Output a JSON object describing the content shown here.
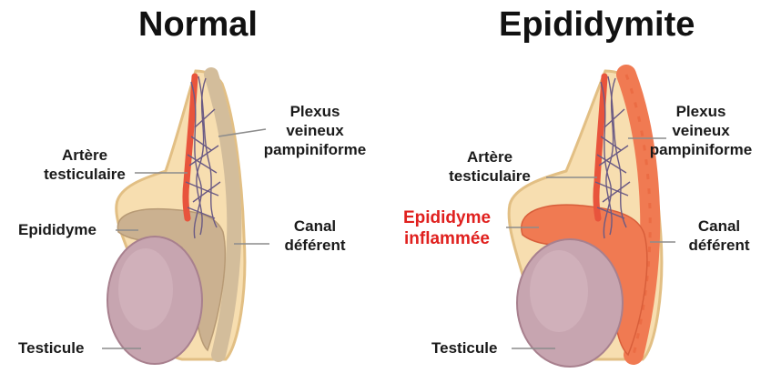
{
  "titles": {
    "normal": "Normal",
    "inflamed": "Epididymite"
  },
  "labels": {
    "normal": {
      "plexus_line1": "Plexus",
      "plexus_line2": "veineux",
      "plexus_line3": "pampiniforme",
      "artery_line1": "Artère",
      "artery_line2": "testiculaire",
      "epididymis": "Epididyme",
      "canal_line1": "Canal",
      "canal_line2": "déférent",
      "testicle": "Testicule"
    },
    "inflamed": {
      "plexus_line1": "Plexus",
      "plexus_line2": "veineux",
      "plexus_line3": "pampiniforme",
      "artery_line1": "Artère",
      "artery_line2": "testiculaire",
      "epididymis_line1": "Epididyme",
      "epididymis_line2": "inflammée",
      "canal_line1": "Canal",
      "canal_line2": "déférent",
      "testicle": "Testicule"
    }
  },
  "colors": {
    "skin": "#f7deb0",
    "skin_outline": "#e2bf84",
    "testicle": "#c7a5b0",
    "testicle_shade": "#a8808e",
    "epididymis_normal": "#cbb190",
    "epididymis_inflamed": "#f07a52",
    "artery": "#e8543c",
    "vein": "#6a5a84",
    "label_highlight": "#e0201e",
    "leader_line": "#8c8c8c"
  }
}
